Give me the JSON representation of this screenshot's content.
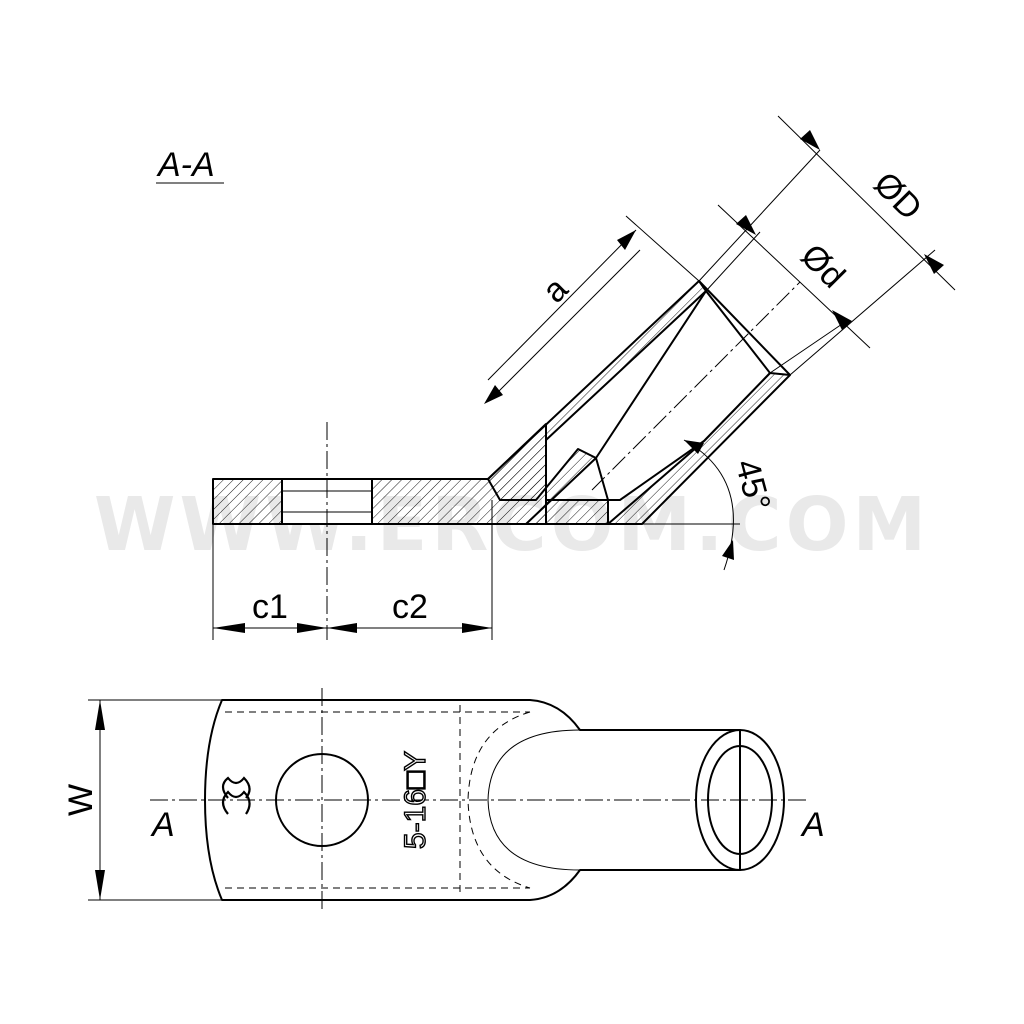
{
  "watermark": "WWW.ERCOM.COM",
  "section": {
    "title": "A-A"
  },
  "dimensions": {
    "a": "a",
    "D": "ØD",
    "d": "Ød",
    "angle": "45°",
    "c1": "c1",
    "c2": "c2",
    "W": "W"
  },
  "plan_view": {
    "section_mark_left": "A",
    "section_mark_right": "A",
    "stamp_text": "5-16□Y",
    "logo": "ES"
  },
  "icons": {
    "logo": "manufacturer-logo-icon"
  }
}
